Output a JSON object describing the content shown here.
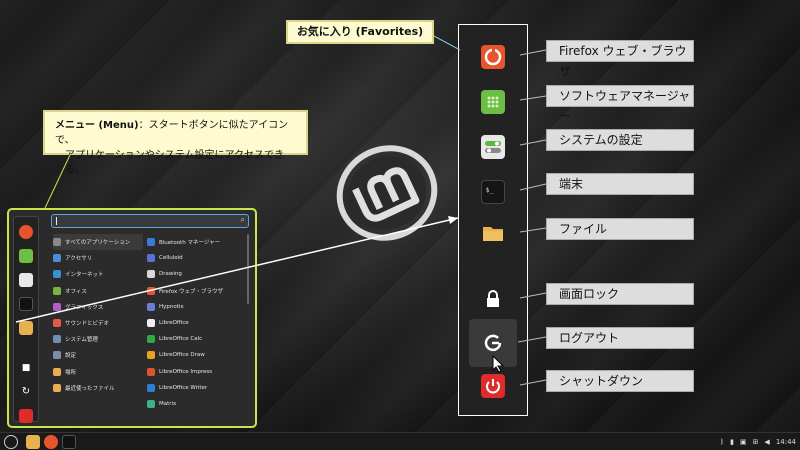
{
  "callouts": {
    "favorites": "お気に入り (Favorites)",
    "menu_bold": "メニュー (Menu)",
    "menu_text_line1": "：スタートボタンに似たアイコンで、",
    "menu_text_line2": "アプリケーションやシステム設定にアクセスできる。"
  },
  "favorites": [
    {
      "label": "Firefox ウェブ・ブラウザ",
      "icon": "firefox-icon",
      "color": "#e8542d"
    },
    {
      "label": "ソフトウェアマネージャー",
      "icon": "software-manager-icon",
      "color": "#6cbe45"
    },
    {
      "label": "システムの設定",
      "icon": "system-settings-icon",
      "color": "#5fb845"
    },
    {
      "label": "端末",
      "icon": "terminal-icon",
      "color": "#2d2d2d"
    },
    {
      "label": "ファイル",
      "icon": "folder-icon",
      "color": "#e9b04f"
    },
    {
      "label": "画面ロック",
      "icon": "lock-icon",
      "color": "#ffffff"
    },
    {
      "label": "ログアウト",
      "icon": "logout-icon",
      "color": "#ffffff"
    },
    {
      "label": "シャットダウン",
      "icon": "shutdown-icon",
      "color": "#e02b2b"
    }
  ],
  "menu": {
    "categories": [
      {
        "label": "すべてのアプリケーション",
        "color": "#888"
      },
      {
        "label": "アクセサリ",
        "color": "#4a90d9"
      },
      {
        "label": "インターネット",
        "color": "#3a8fd6"
      },
      {
        "label": "オフィス",
        "color": "#7cb342"
      },
      {
        "label": "グラフィックス",
        "color": "#b45cc7"
      },
      {
        "label": "サウンドとビデオ",
        "color": "#e35a4a"
      },
      {
        "label": "システム管理",
        "color": "#6d8fb0"
      },
      {
        "label": "設定",
        "color": "#7a8fa5"
      },
      {
        "label": "場所",
        "color": "#e9b04f"
      },
      {
        "label": "最近使ったファイル",
        "color": "#e9b04f"
      }
    ],
    "apps": [
      {
        "label": "Bluetooth マネージャー",
        "color": "#3a7bd5"
      },
      {
        "label": "Celluloid",
        "color": "#5b6fd6"
      },
      {
        "label": "Drawing",
        "color": "#d8d8d8"
      },
      {
        "label": "Firefox ウェブ・ブラウザ",
        "color": "#e8542d"
      },
      {
        "label": "Hypnotix",
        "color": "#6a7bd8"
      },
      {
        "label": "LibreOffice",
        "color": "#eeeeee"
      },
      {
        "label": "LibreOffice Calc",
        "color": "#2eab45"
      },
      {
        "label": "LibreOffice Draw",
        "color": "#e8a21b"
      },
      {
        "label": "LibreOffice Impress",
        "color": "#d9532c"
      },
      {
        "label": "LibreOffice Writer",
        "color": "#2a7fd4"
      },
      {
        "label": "Matrix",
        "color": "#3fae8f"
      }
    ]
  },
  "taskbar": {
    "clock": "14:44"
  }
}
